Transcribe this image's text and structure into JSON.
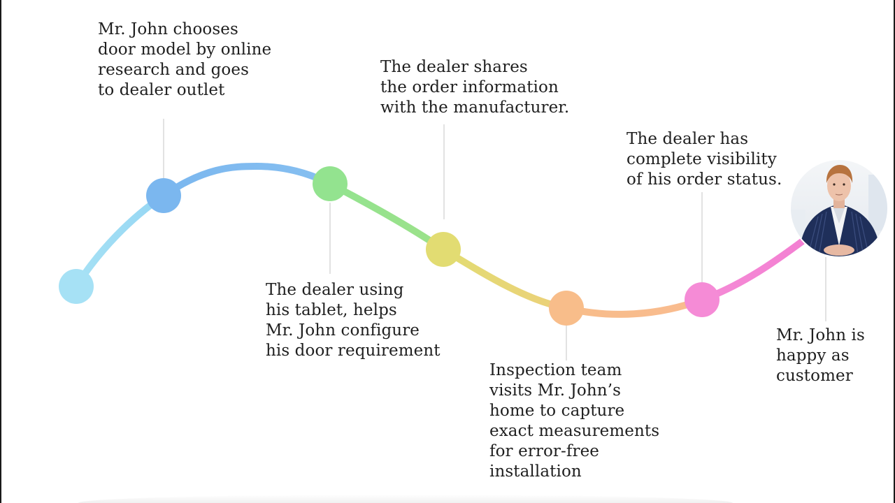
{
  "colors": {
    "step1": "#a6e1f5",
    "step2": "#7bb7ef",
    "step3": "#93e38f",
    "step4": "#e2dc72",
    "step5": "#f8bd8a",
    "step6": "#f58bd6",
    "connector": "#d2d2d2",
    "text": "#1f1f1f"
  },
  "steps": [
    {
      "lines": [
        "Mr. John chooses",
        "door model by online",
        "research and goes",
        "to dealer outlet"
      ]
    },
    {
      "lines": [
        "The dealer using",
        "his tablet, helps",
        "Mr. John configure",
        "his door requirement"
      ]
    },
    {
      "lines": [
        "The dealer shares",
        "the order information",
        "with the manufacturer."
      ]
    },
    {
      "lines": [
        "Inspection team",
        "visits Mr. John’s",
        "home to capture",
        "exact measurements",
        "for error-free",
        "installation"
      ]
    },
    {
      "lines": [
        "The dealer has",
        "complete visibility",
        "of his order status."
      ]
    },
    {
      "lines": [
        "Mr. John is",
        "happy as",
        "customer"
      ]
    }
  ],
  "avatar": {
    "icon": "customer-portrait-icon"
  }
}
